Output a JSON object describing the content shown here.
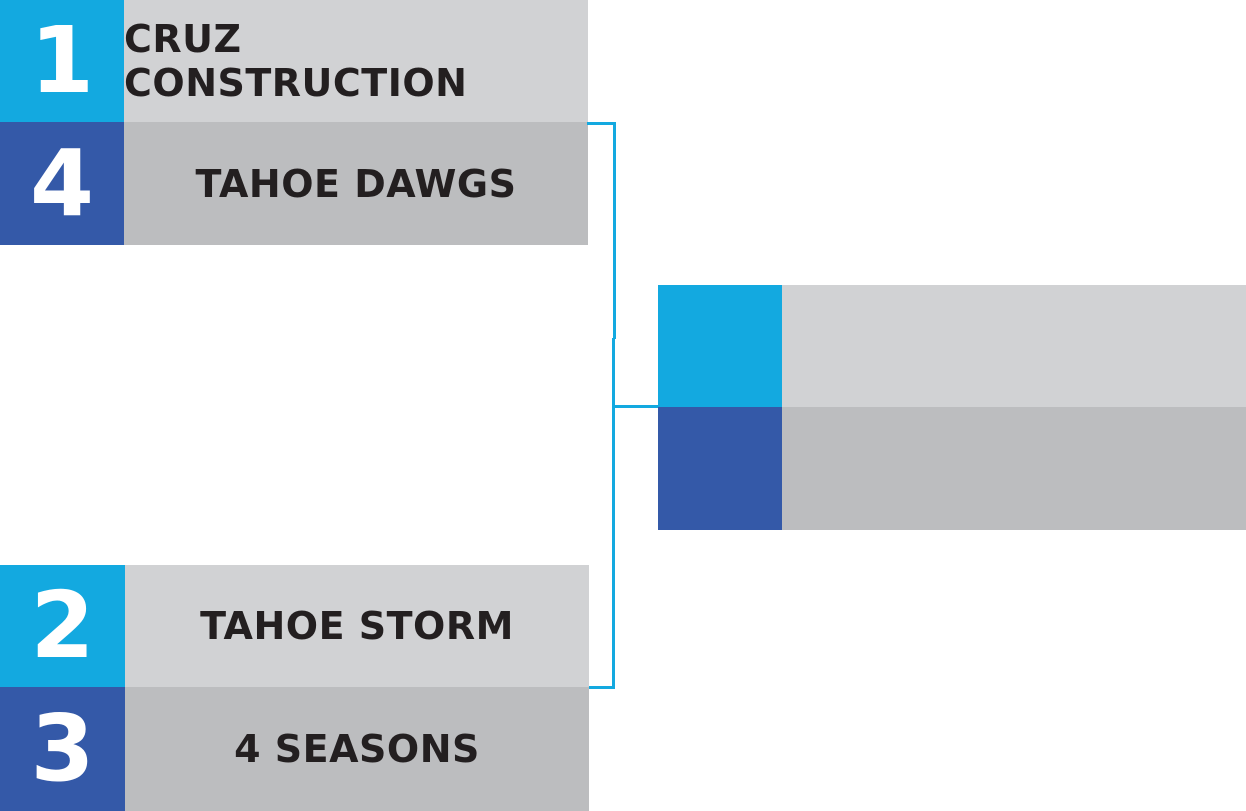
{
  "colors": {
    "seed_light": "#13a9e0",
    "seed_dark": "#3459a8",
    "team_light": "#d1d2d4",
    "team_dark": "#bcbdbf",
    "connector": "#13a9e0"
  },
  "matchups": [
    {
      "top": {
        "seed": "1",
        "team": "CRUZ CONSTRUCTION"
      },
      "bottom": {
        "seed": "4",
        "team": "TAHOE DAWGS"
      }
    },
    {
      "top": {
        "seed": "2",
        "team": "TAHOE STORM"
      },
      "bottom": {
        "seed": "3",
        "team": "4 SEASONS"
      }
    }
  ]
}
